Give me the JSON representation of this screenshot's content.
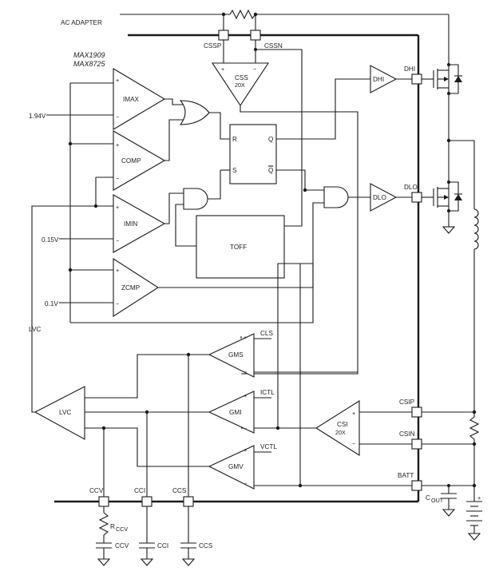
{
  "diagram": {
    "part_numbers": [
      "MAX1909",
      "MAX8725"
    ],
    "external_labels": {
      "ac_adapter": "AC ADAPTER",
      "v194": "1.94V",
      "v015": "0.15V",
      "v01": "0.1V",
      "lvc_wire": "LVC"
    },
    "pins": {
      "cssp": "CSSP",
      "cssn": "CSSN",
      "dhi": "DHI",
      "dlo": "DLO",
      "csip": "CSIP",
      "csin": "CSIN",
      "batt": "BATT",
      "ccv": "CCV",
      "cci": "CCI",
      "ccs": "CCS"
    },
    "blocks": {
      "imax": "IMAX",
      "comp": "COMP",
      "imin": "IMIN",
      "zcmp": "ZCMP",
      "css": "CSS",
      "css_gain": "20X",
      "csi": "CSI",
      "csi_gain": "20X",
      "dhi_drv": "DHI",
      "dlo_drv": "DLO",
      "toff": "TOFF",
      "gms": "GMS",
      "gmi": "GMI",
      "gmv": "GMV",
      "lvc": "LVC",
      "ff_r": "R",
      "ff_s": "S",
      "ff_q": "Q",
      "ff_qbar": "Q"
    },
    "refs": {
      "cls": "CLS",
      "ictl": "ICTL",
      "vctl": "VCTL"
    },
    "components": {
      "rccv": "R",
      "rccv_sub": "CCV",
      "c_ccv": "CCV",
      "c_cci": "CCI",
      "c_ccs": "CCS",
      "cout": "C",
      "cout_sub": "OUT"
    },
    "signs": {
      "plus": "+",
      "minus": "−"
    }
  }
}
